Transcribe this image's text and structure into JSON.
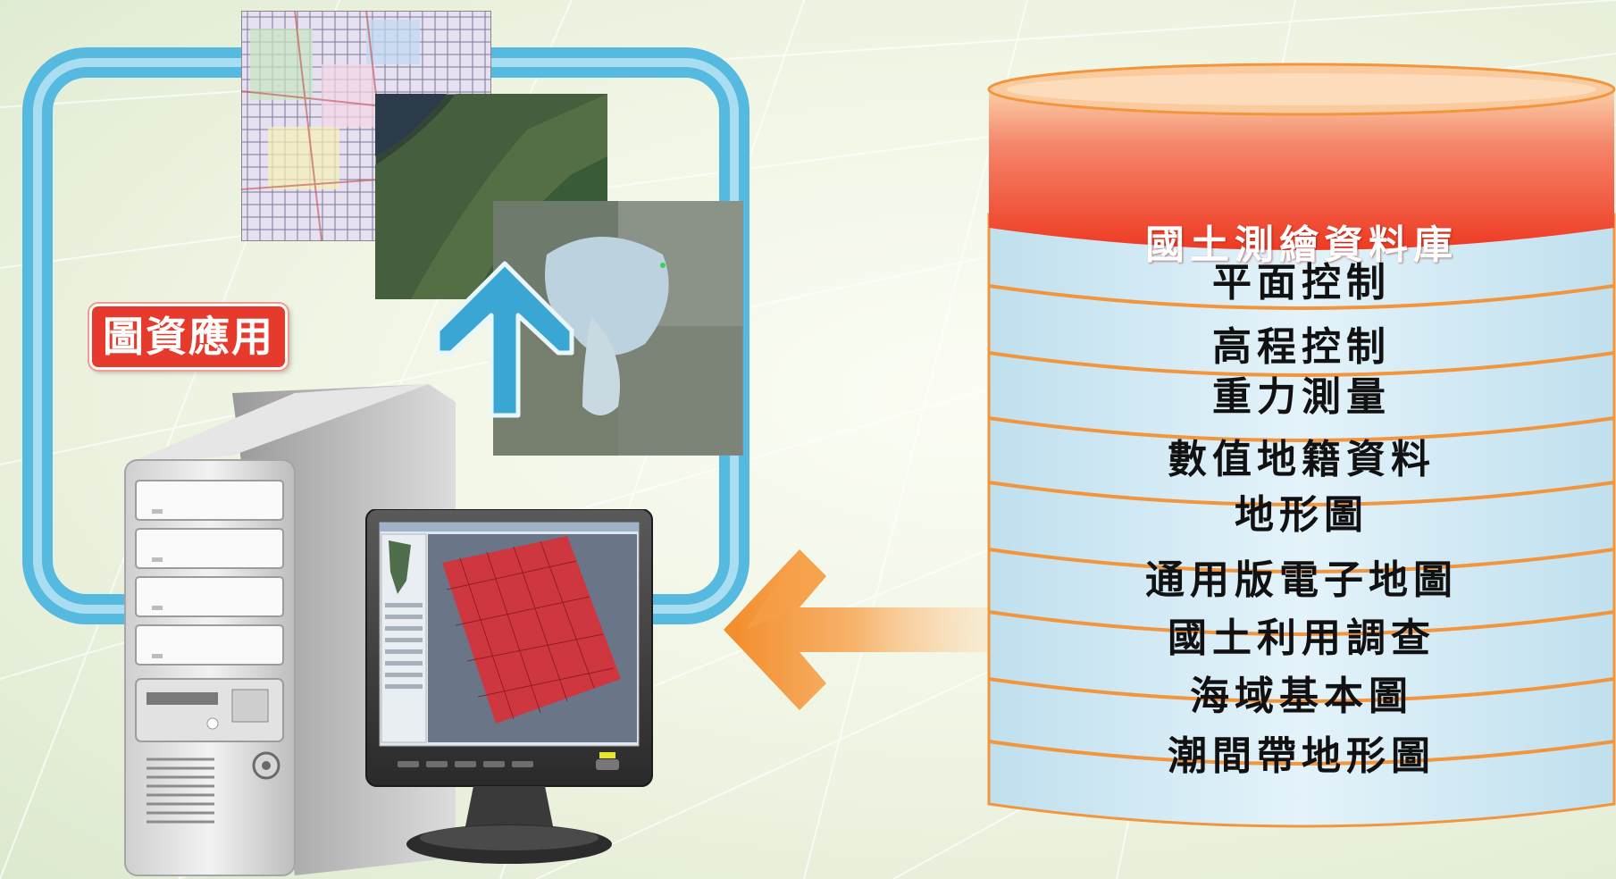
{
  "app_label": "圖資應用",
  "database": {
    "title": "國土測繪資料庫",
    "items": [
      "平面控制",
      "高程控制",
      "重力測量",
      "數值地籍資料",
      "地形圖",
      "通用版電子地圖",
      "國土利用調查",
      "海域基本圖",
      "潮間帶地形圖"
    ]
  },
  "colors": {
    "loop_frame": "#56b9df",
    "up_arrow": "#3aa6d4",
    "left_arrow": "#f6a04a",
    "db_header": "#ee3a22",
    "db_body": "#d6ecf6",
    "db_divider": "#f2953c",
    "label_bg": "#e53a2c"
  }
}
